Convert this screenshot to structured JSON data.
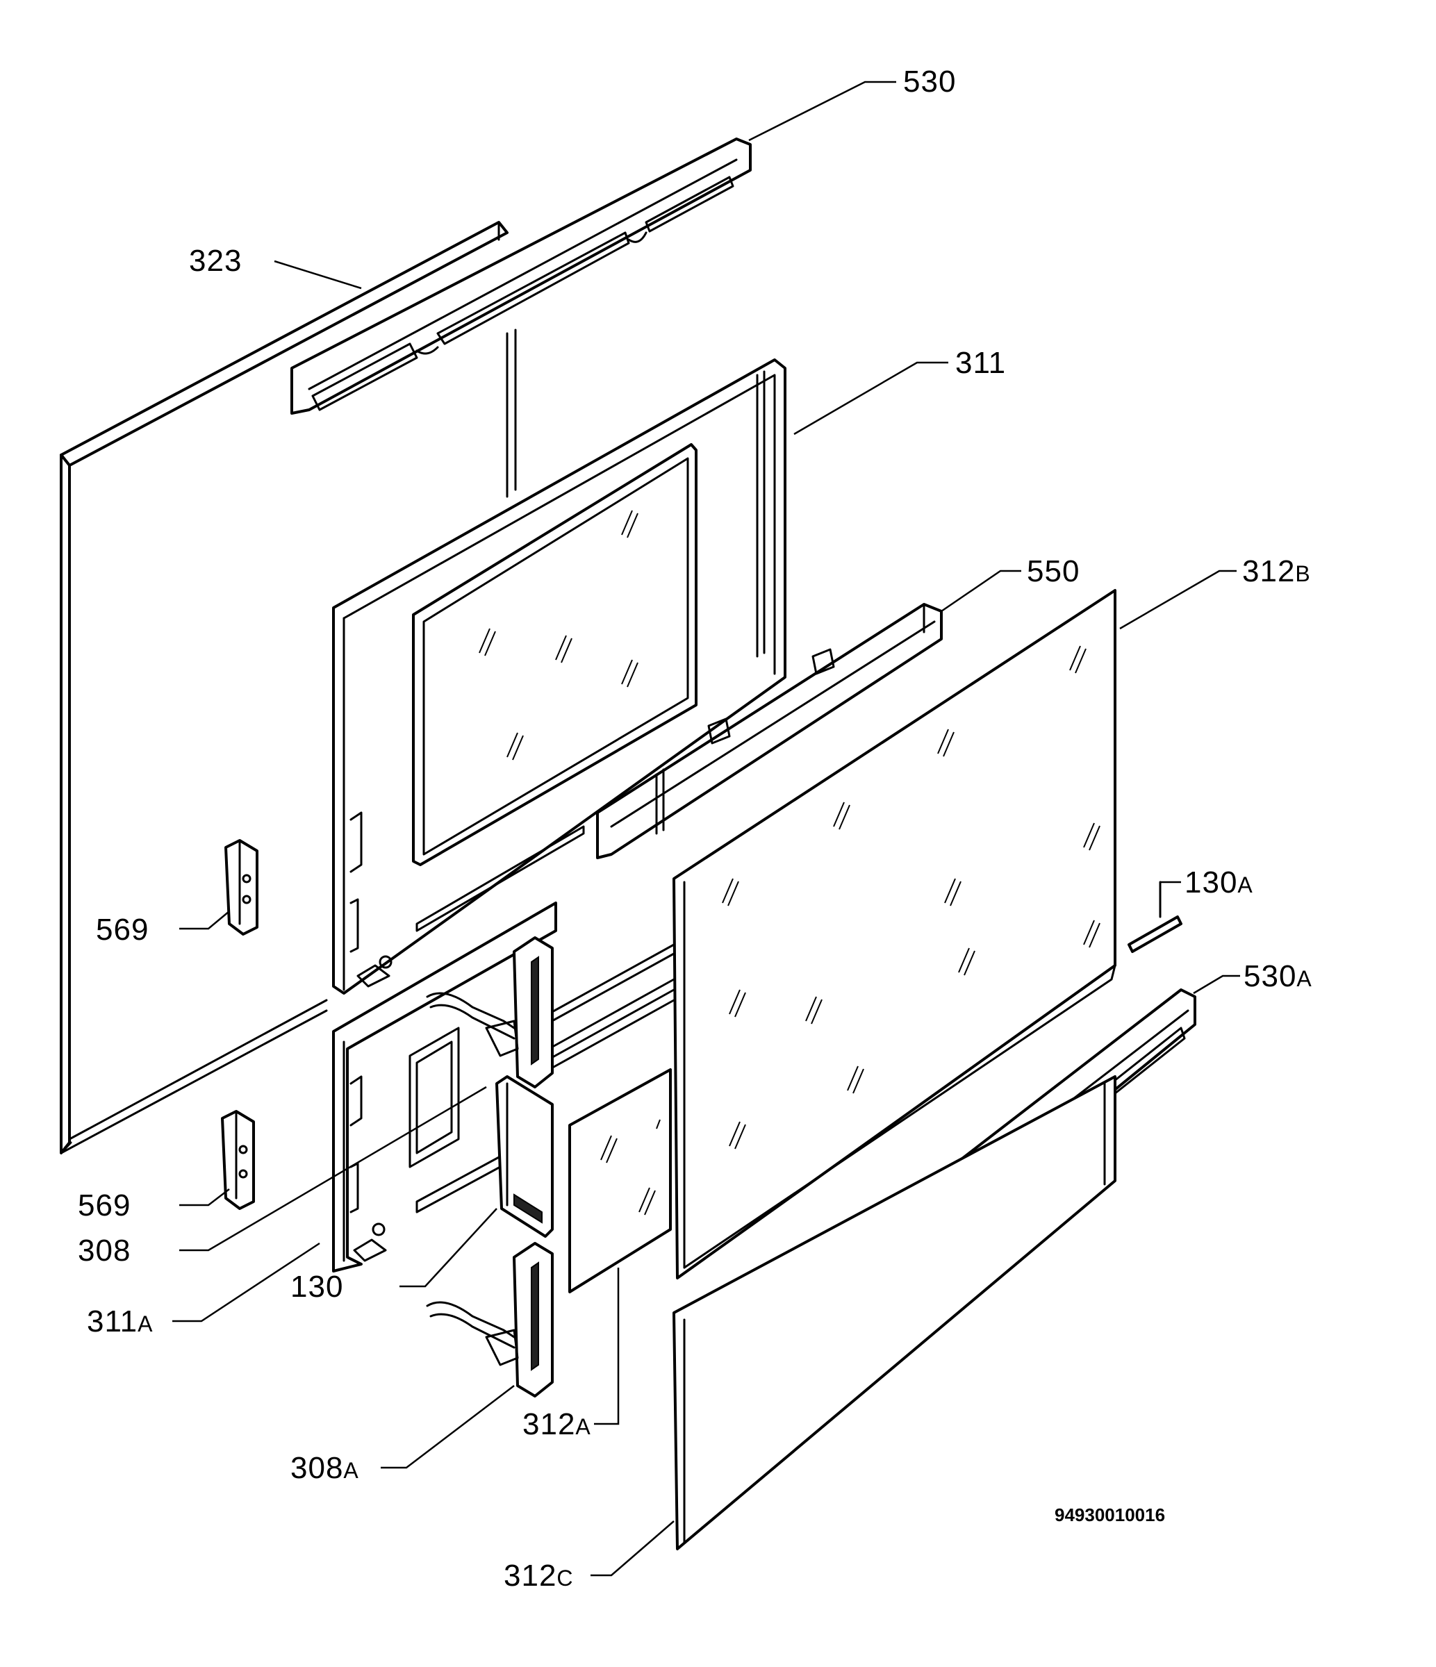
{
  "diagram": {
    "drawing_code": "94930010016",
    "callouts": [
      {
        "id": "530",
        "num": "530",
        "suffix": ""
      },
      {
        "id": "323",
        "num": "323",
        "suffix": ""
      },
      {
        "id": "311",
        "num": "311",
        "suffix": ""
      },
      {
        "id": "550",
        "num": "550",
        "suffix": ""
      },
      {
        "id": "312b",
        "num": "312",
        "suffix": "B"
      },
      {
        "id": "130a",
        "num": "130",
        "suffix": "A"
      },
      {
        "id": "530a",
        "num": "530",
        "suffix": "A"
      },
      {
        "id": "569-upper",
        "num": "569",
        "suffix": ""
      },
      {
        "id": "569-lower",
        "num": "569",
        "suffix": ""
      },
      {
        "id": "308",
        "num": "308",
        "suffix": ""
      },
      {
        "id": "130",
        "num": "130",
        "suffix": ""
      },
      {
        "id": "311a",
        "num": "311",
        "suffix": "A"
      },
      {
        "id": "312a",
        "num": "312",
        "suffix": "A"
      },
      {
        "id": "308a",
        "num": "308",
        "suffix": "A"
      },
      {
        "id": "312c",
        "num": "312",
        "suffix": "C"
      }
    ]
  }
}
